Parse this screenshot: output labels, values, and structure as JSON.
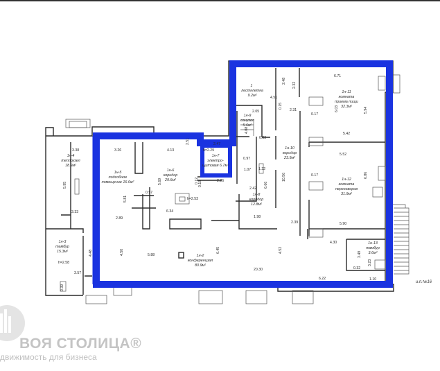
{
  "plan": {
    "highlight_color": "#1a33e0",
    "wall_color": "#2b2b2b",
    "sheet_number": "и.п.№16",
    "rooms": [
      {
        "id": "r1",
        "label": "1",
        "sub": "лестклетка",
        "area": "9.2м²"
      },
      {
        "id": "r2",
        "label": "1н-2",
        "sub": "конференцзал",
        "area": "80.9м²"
      },
      {
        "id": "r3",
        "label": "1н-3",
        "sub": "тамбур",
        "area": "15.3м²"
      },
      {
        "id": "r4",
        "label": "1н-4",
        "sub": "теплоузел",
        "area": "18.9м²"
      },
      {
        "id": "r5",
        "label": "1н-5",
        "sub": "подсобное помещение",
        "area": "16.6м²"
      },
      {
        "id": "r6",
        "label": "1н-6",
        "sub": "коридор",
        "area": "29.6м²"
      },
      {
        "id": "r7",
        "label": "1н-7",
        "sub": "электро-щитовая",
        "area": "6.7м²"
      },
      {
        "id": "r8",
        "label": "1н-8",
        "sub": "коридор",
        "area": "12.8м²"
      },
      {
        "id": "r9",
        "label": "1н-9",
        "sub": "санузел",
        "area": "5.6м²"
      },
      {
        "id": "r10",
        "label": "1н-10",
        "sub": "коридор",
        "area": "23.9м²"
      },
      {
        "id": "r11",
        "label": "1н-11",
        "sub": "комната приема пищи",
        "area": "32.3м²"
      },
      {
        "id": "r12",
        "label": "1н-12",
        "sub": "комната переговоров",
        "area": "31.9м²"
      },
      {
        "id": "r13",
        "label": "1н-13",
        "sub": "тамбур",
        "area": "3.6м²"
      }
    ],
    "heights": [
      "h=2.29",
      "h=2.53",
      "h=2.58"
    ],
    "dimensions": [
      "3.38",
      "3.26",
      "4.13",
      "2.47",
      "6.71",
      "2.48",
      "2.32",
      "4.51",
      "2.31",
      "0.15",
      "2.05",
      "4.08",
      "6.03",
      "5.94",
      "0.17",
      "5.42",
      "5.52",
      "0.83",
      "0.97",
      "1.22",
      "1.07",
      "2.42",
      "6.66",
      "10.56",
      "0.17",
      "6.86",
      "5.95",
      "5.69",
      "5.81",
      "2.51",
      "0.12",
      "2.89",
      "0.57",
      "6.34",
      "3.33",
      "1.98",
      "2.39",
      "5.90",
      "4.30",
      "3.49",
      "3.23",
      "0.32",
      "1.10",
      "6.22",
      "20.30",
      "4.52",
      "6.45",
      "5.88",
      "4.50",
      "4.48",
      "3.57",
      "0.39",
      "0.18",
      "2.26"
    ]
  },
  "watermark": {
    "title": "ВОЯ СТОЛИЦА®",
    "subtitle": "движимость для бизнеса"
  }
}
